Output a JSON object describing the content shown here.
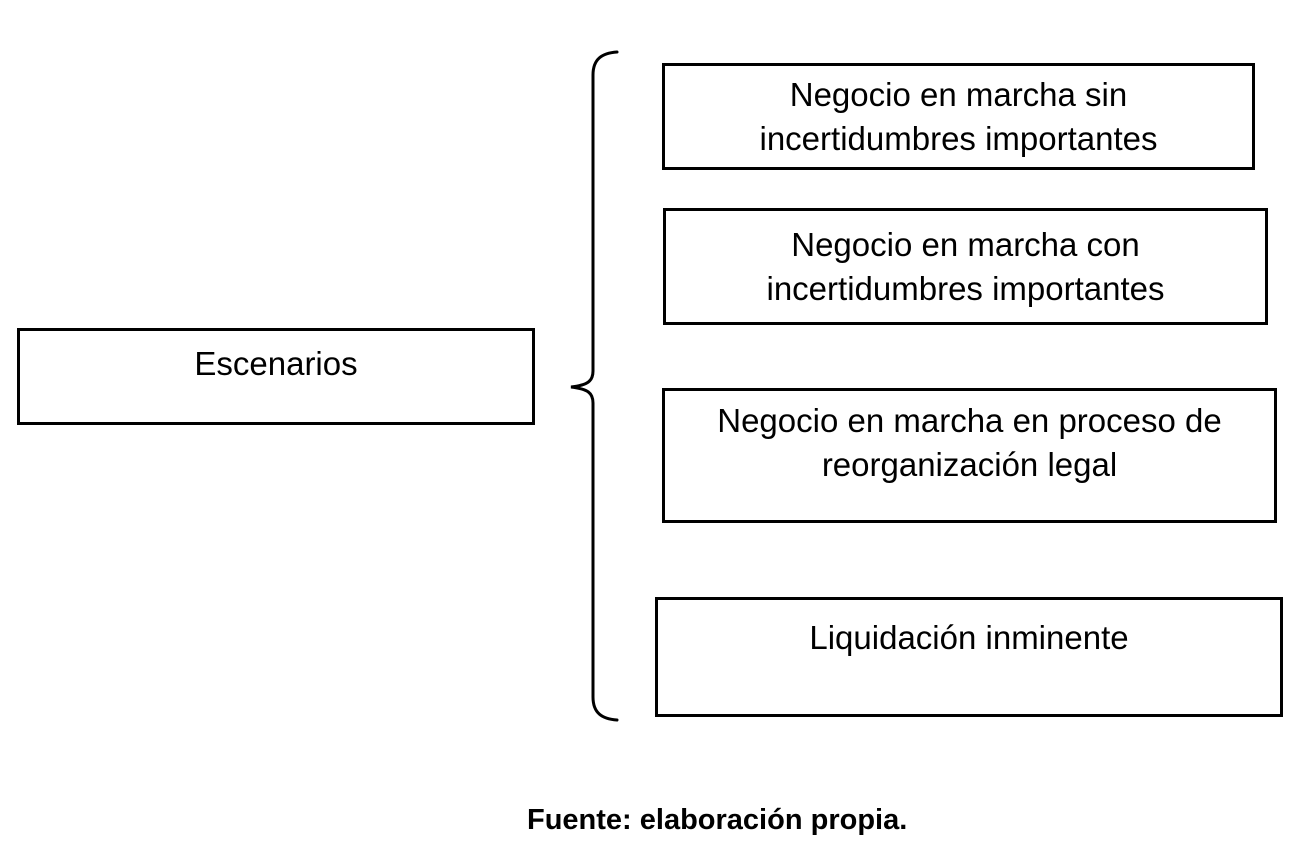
{
  "diagram": {
    "root": {
      "label": "Escenarios"
    },
    "scenarios": [
      {
        "label": "Negocio en marcha sin incertidumbres importantes"
      },
      {
        "label": "Negocio en marcha con incertidumbres importantes"
      },
      {
        "label": "Negocio en marcha en proceso de reorganización legal"
      },
      {
        "label": "Liquidación inminente"
      }
    ],
    "caption": "Fuente: elaboración propia.",
    "colors": {
      "stroke": "#000000",
      "background": "#ffffff",
      "text": "#000000"
    }
  }
}
